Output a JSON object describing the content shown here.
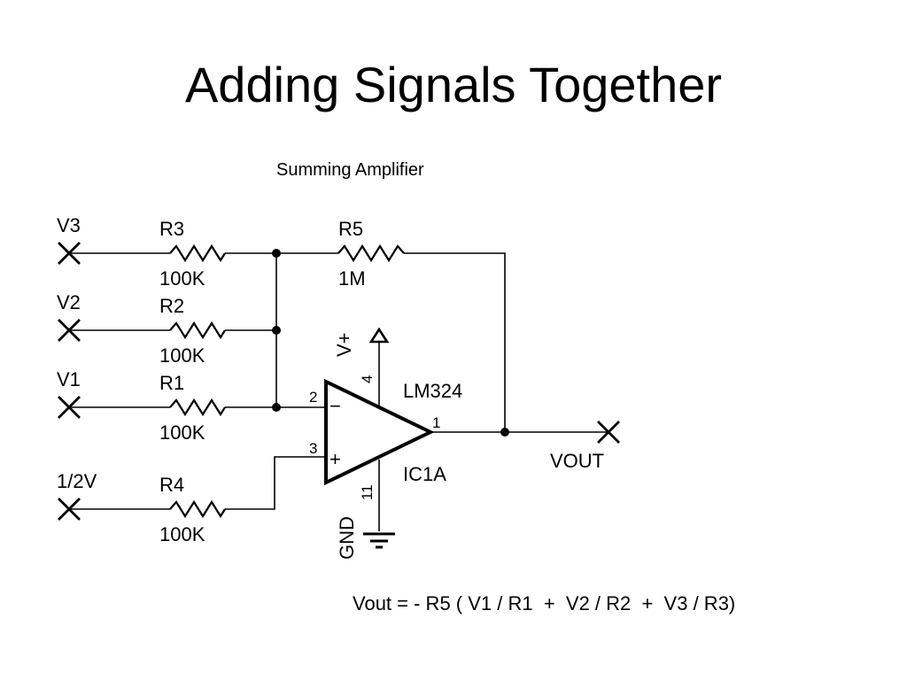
{
  "slide": {
    "title": "Adding Signals Together"
  },
  "schematic": {
    "subtitle": "Summing Amplifier",
    "inputs": {
      "v3": "V3",
      "v2": "V2",
      "v1": "V1",
      "vhalf": "1/2V"
    },
    "resistors": {
      "r3": {
        "name": "R3",
        "value": "100K"
      },
      "r2": {
        "name": "R2",
        "value": "100K"
      },
      "r1": {
        "name": "R1",
        "value": "100K"
      },
      "r4": {
        "name": "R4",
        "value": "100K"
      },
      "r5": {
        "name": "R5",
        "value": "1M"
      }
    },
    "opamp": {
      "part": "LM324",
      "ref": "IC1A",
      "pins": {
        "inv": "2",
        "noninv": "3",
        "out": "1",
        "vplus": "4",
        "gnd": "11"
      },
      "inv_sign": "−",
      "noninv_sign": "+"
    },
    "power": {
      "vplus": "V+",
      "gnd": "GND"
    },
    "output": "VOUT",
    "equation": "Vout = - R5 ( V1 / R1  +  V2 / R2  +  V3 / R3)"
  }
}
